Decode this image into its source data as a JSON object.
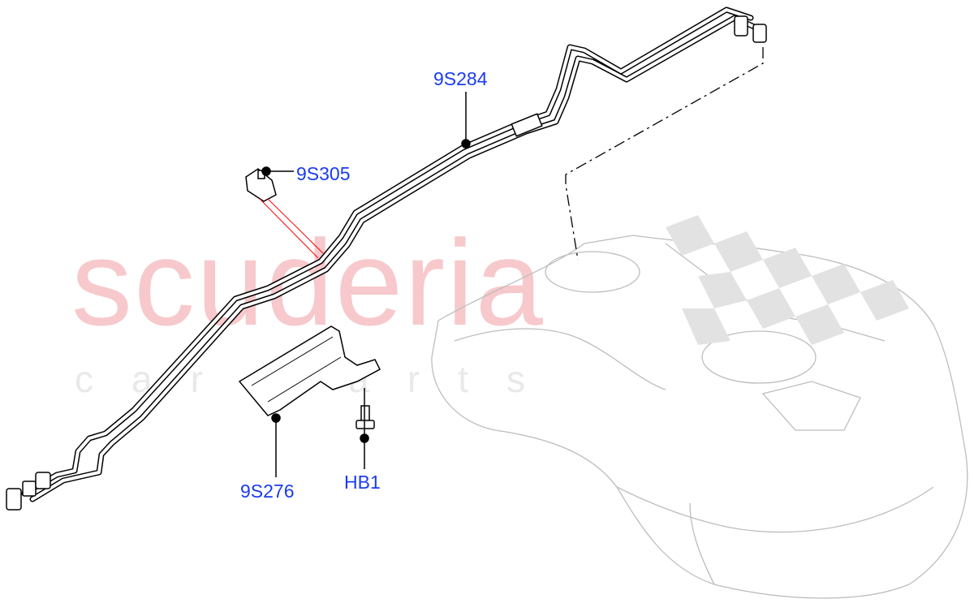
{
  "watermark": {
    "main": "scuderia",
    "sub": "car parts"
  },
  "callouts": [
    {
      "id": "9S284",
      "label": "9S284",
      "part": "fuel-line"
    },
    {
      "id": "9S305",
      "label": "9S305",
      "part": "clip"
    },
    {
      "id": "9S276",
      "label": "9S276",
      "part": "heat-shield"
    },
    {
      "id": "HB1",
      "label": "HB1",
      "part": "bolt"
    }
  ],
  "colors": {
    "callout_text": "#1a3cf0",
    "leader_line": "#000000",
    "watermark": "#f7c9cc",
    "tank_outline": "#bbbbbb",
    "indicator_line": "#ff0000"
  }
}
